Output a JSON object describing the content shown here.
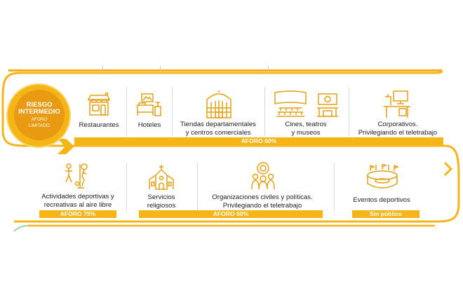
{
  "badge": {
    "title_line1": "RIESGO",
    "title_line2": "INTERMEDIO",
    "sub_line1": "AFORO",
    "sub_line2": "LIMITADO"
  },
  "row1": [
    {
      "id": "restaurantes",
      "line1": "Restaurantes",
      "line2": "",
      "icon": "restaurant-storefront-icon"
    },
    {
      "id": "hoteles",
      "line1": "Hoteles",
      "line2": "",
      "icon": "hotel-room-icon"
    },
    {
      "id": "tiendas",
      "line1": "Tiendas departamentales",
      "line2": "y centros comerciales",
      "icon": "mall-building-icon"
    },
    {
      "id": "cines",
      "line1": "Cines, teatros",
      "line2": "y museos",
      "icon": "cinema-theater-icon"
    },
    {
      "id": "corporativos",
      "line1": "Corporativos.",
      "line2": "Privilegiando el teletrabajo",
      "icon": "office-desk-icon"
    }
  ],
  "row1_bar": "AFORO 60%",
  "row2": [
    {
      "id": "deportivas",
      "line1": "Actividades deportivas y",
      "line2": "recreativas al aire libre",
      "icon": "outdoor-sports-icon"
    },
    {
      "id": "religiosos",
      "line1": "Servicios",
      "line2": "religiosos",
      "icon": "church-icon"
    },
    {
      "id": "organizaciones",
      "line1": "Organizaciones civiles y políticas.",
      "line2": "Privilegiando el teletrabajo",
      "icon": "people-group-icon"
    },
    {
      "id": "eventos",
      "line1": "Eventos deportivos",
      "line2": "",
      "icon": "stadium-icon"
    }
  ],
  "row2_bars": [
    "AFORO 75%",
    "AFORO 60%",
    "Sin público"
  ],
  "colors": {
    "accent": "#f5b517",
    "accent_dark": "#e79a12"
  }
}
